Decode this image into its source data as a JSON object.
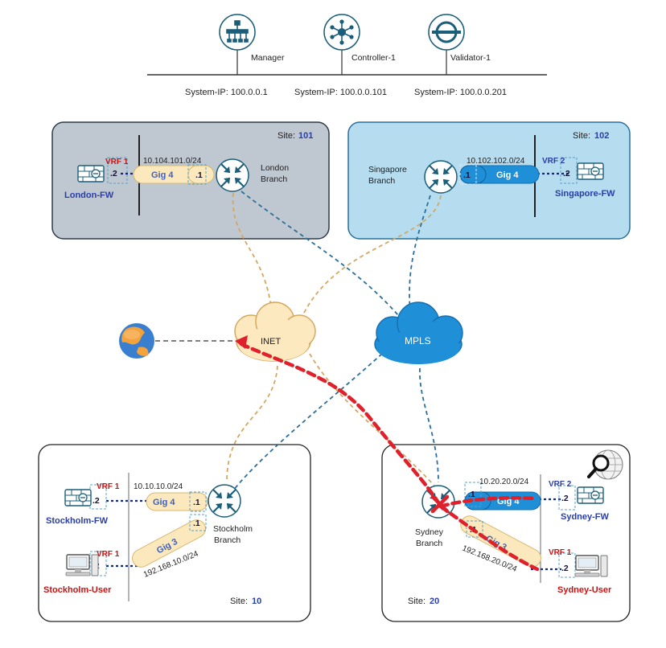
{
  "controllers": [
    {
      "name": "Manager",
      "system_ip": "System-IP: 100.0.0.1"
    },
    {
      "name": "Controller-1",
      "system_ip": "System-IP: 100.0.0.101"
    },
    {
      "name": "Validator-1",
      "system_ip": "System-IP: 100.0.0.201"
    }
  ],
  "sites": {
    "london": {
      "site_label": "Site:",
      "site_id": "101",
      "router": [
        "London",
        "Branch"
      ],
      "subnet": "10.104.101.0/24",
      "vrf": "VRF 1",
      "interface": "Gig 4",
      "router_ip": ".1",
      "fw_ip": ".2",
      "fw_name": "London-FW"
    },
    "singapore": {
      "site_label": "Site:",
      "site_id": "102",
      "router": [
        "Singapore",
        "Branch"
      ],
      "subnet": "10.102.102.0/24",
      "vrf": "VRF 2",
      "interface": "Gig 4",
      "router_ip": ".1",
      "fw_ip": ".2",
      "fw_name": "Singapore-FW"
    },
    "stockholm": {
      "site_label": "Site:",
      "site_id": "10",
      "router": [
        "Stockholm",
        "Branch"
      ],
      "subnet_fw": "10.10.10.0/24",
      "subnet_user": "192.168.10.0/24",
      "vrf_fw": "VRF 1",
      "vrf_user": "VRF 1",
      "if_fw": "Gig 4",
      "if_user": "Gig 3",
      "router_ip_fw": ".1",
      "router_ip_user": ".1",
      "fw_ip": ".2",
      "user_ip": ".2",
      "fw_name": "Stockholm-FW",
      "user_name": "Stockholm-User"
    },
    "sydney": {
      "site_label": "Site:",
      "site_id": "20",
      "router": [
        "Sydney",
        "Branch"
      ],
      "subnet_fw": "10.20.20.0/24",
      "subnet_user": "192.168.20.0/24",
      "vrf_fw": "VRF 2",
      "vrf_user": "VRF 1",
      "if_fw": "Gig 4",
      "if_user": "Gig 3",
      "router_ip_fw": ".1",
      "router_ip_user": ".1",
      "fw_ip": ".2",
      "user_ip": ".2",
      "fw_name": "Sydney-FW",
      "user_name": "Sydney-User"
    }
  },
  "clouds": {
    "inet": "INET",
    "mpls": "MPLS"
  },
  "colors": {
    "router": "#1b5e7a",
    "site_gray": "#bfc7d1",
    "site_blue": "#b5dcef",
    "inet_link": "#d4a860",
    "mpls_link": "#2b6f9a",
    "traffic_path": "#e0202a",
    "gig_yellow": "#fbe9bd",
    "gig_blue": "#1f8fd8"
  }
}
